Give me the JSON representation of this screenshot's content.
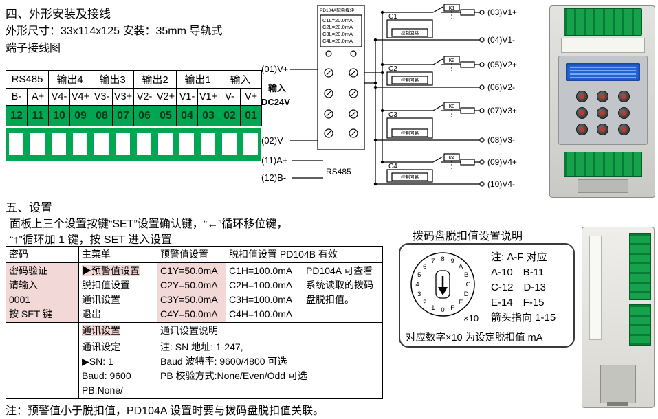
{
  "sec4": {
    "title": "四、外形安装及接线",
    "line1": "外形尺寸：33x114x125  安装：35mm 导轨式",
    "line2": "端子接线图"
  },
  "terminal": {
    "groups": [
      "RS485",
      "输出4",
      "输出3",
      "输出2",
      "输出1",
      "输入"
    ],
    "pins": [
      "B-",
      "A+",
      "V4-",
      "V4+",
      "V3-",
      "V3+",
      "V2-",
      "V2+",
      "V1-",
      "V1+",
      "V-",
      "V+"
    ],
    "numbers": [
      "12",
      "11",
      "10",
      "09",
      "08",
      "07",
      "06",
      "05",
      "04",
      "03",
      "02",
      "01"
    ]
  },
  "wiring": {
    "in_v_plus": "(01)V+",
    "input_line1": "输入",
    "input_line2": "DC24V",
    "in_v_minus": "(02)V-",
    "a_plus": "(11)A+",
    "b_minus": "(12)B-",
    "rs485": "RS485",
    "module_title": "PD104A配电模块",
    "module_lines": [
      "C1L=20.0mA",
      "C2L=20.0mA",
      "C3L=20.0mA",
      "C4L=20.0mA"
    ],
    "channels": [
      {
        "name": "C1",
        "relay": "K1",
        "control": "控制回路",
        "out_plus": "(03)V1+",
        "out_minus": "(04)V1-"
      },
      {
        "name": "C2",
        "relay": "K2",
        "control": "控制回路",
        "out_plus": "(05)V2+",
        "out_minus": "(06)V2-"
      },
      {
        "name": "C3",
        "relay": "K3",
        "control": "控制回路",
        "out_plus": "(07)V3+",
        "out_minus": "(08)V3-"
      },
      {
        "name": "C4",
        "relay": "K4",
        "control": "控制回路",
        "out_plus": "(09)V4+",
        "out_minus": "(10)V4-"
      }
    ]
  },
  "sec5": {
    "title": "五、设置",
    "line1": "面板上三个设置按键“SET”设置确认键，“←”循环移位键，",
    "line2": "“↑”循环加 1 键，按 SET 进入设置"
  },
  "settings": {
    "headers": [
      "密码",
      "主菜单",
      "预警值设置",
      "脱扣值设置 PD104B 有效"
    ],
    "password": [
      "密码验证",
      "请输入",
      "0001",
      "按 SET 键"
    ],
    "menu": [
      "▶预警值设置",
      "脱扣值设置",
      "通讯设置",
      "退出"
    ],
    "warn": [
      "C1Y=50.0mA",
      "C2Y=50.0mA",
      "C3Y=50.0mA",
      "C4Y=50.0mA"
    ],
    "trip": [
      "C1H=100.0mA",
      "C2H=100.0mA",
      "C3H=100.0mA",
      "C4H=100.0mA"
    ],
    "side_note": "PD104A 可查看系统读取的拨码盘脱扣值。",
    "comm_tab": "通讯设置",
    "comm_header": "通讯设置说明",
    "comm_left": [
      "通讯设定",
      "▶SN:  1",
      "Baud: 9600",
      "PB:None/"
    ],
    "comm_right": [
      "注: SN 地址: 1-247,",
      "Baud 波特率: 9600/4800 可选",
      "PB 校验方式:None/Even/Odd 可选"
    ]
  },
  "dial": {
    "title": "拨码盘脱扣值设置说明",
    "numbers": [
      "0",
      "1",
      "2",
      "3",
      "4",
      "5",
      "6",
      "7",
      "8",
      "9",
      "A",
      "B",
      "C",
      "D",
      "E",
      "F"
    ],
    "multiplier": "×10",
    "note1": "注: A-F 对应",
    "note2": "A-10　B-11",
    "note3": "C-12　D-13",
    "note4": "E-14　F-15",
    "note5": "箭头指向 1-15",
    "bottom": "对应数字×10 为设定脱扣值 mA"
  },
  "footer": "注：预警值小于脱扣值，PD104A 设置时要与拨码盘脱扣值关联。"
}
